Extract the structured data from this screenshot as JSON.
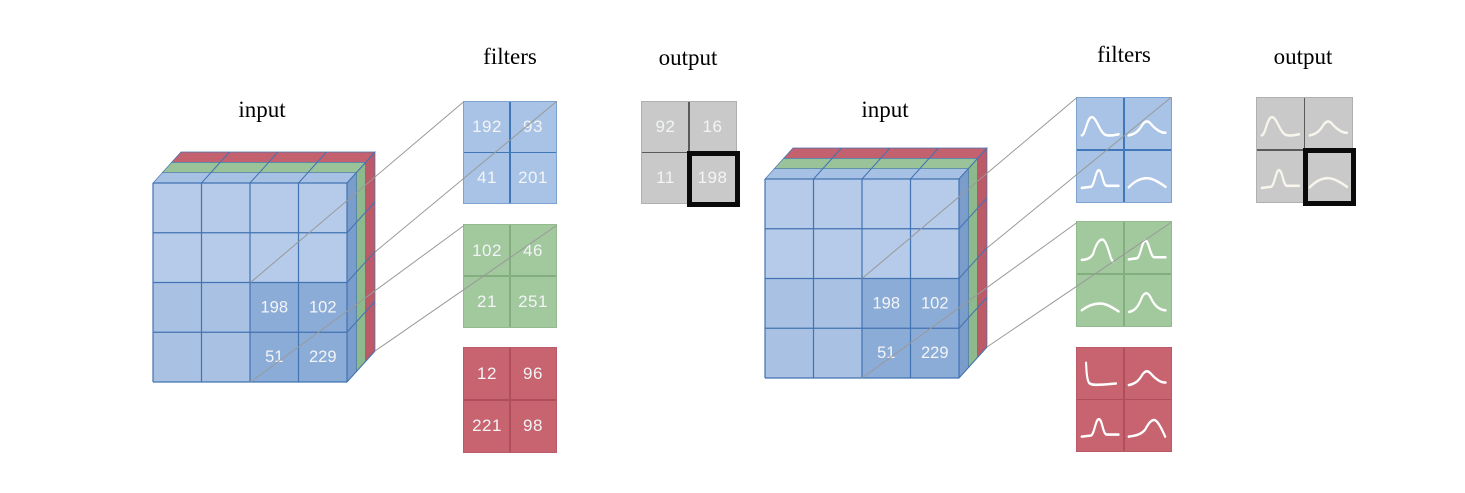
{
  "figure": {
    "description": "Convolution diagram: input volume, per-channel 2x2 filters, and output map. Left version shows scalar weights, right version shows weight distributions.",
    "highlighted_output_cell": "bottom-right"
  },
  "colors": {
    "input_face_blue": "#b5cbe9",
    "input_face_blue_lower": "#a9c1e3",
    "input_patch_blue": "#8cacd8",
    "cube_grid_blue": "#4273b2",
    "cube_top_blue": "#a7c1e4",
    "cube_top_green": "#9bc399",
    "cube_top_red": "#c4616e",
    "cube_side_blue": "#7b9dcb",
    "cube_side_green": "#8db98c",
    "cube_side_red": "#bd5a68",
    "filter_blue": "#a8c3e5",
    "filter_green": "#a2c89d",
    "filter_red": "#c86370",
    "output_gray": "#c9c9c9",
    "highlight_black": "#0a0a0a",
    "connection_line_gray": "#999999",
    "value_text": "#f2f4f6"
  },
  "left": {
    "input_label": "input",
    "filters_label": "filters",
    "output_label": "output",
    "input_patch": {
      "values": [
        [
          "198",
          "102"
        ],
        [
          "51",
          "229"
        ]
      ]
    },
    "filters": [
      {
        "name": "blue-channel-filter",
        "values": [
          [
            "192",
            "93"
          ],
          [
            "41",
            "201"
          ]
        ]
      },
      {
        "name": "green-channel-filter",
        "values": [
          [
            "102",
            "46"
          ],
          [
            "21",
            "251"
          ]
        ]
      },
      {
        "name": "red-channel-filter",
        "values": [
          [
            "12",
            "96"
          ],
          [
            "221",
            "98"
          ]
        ]
      }
    ],
    "output": {
      "values": [
        [
          "92",
          "16"
        ],
        [
          "11",
          "198"
        ]
      ],
      "highlighted_cell": "bottom-right"
    }
  },
  "right": {
    "input_label": "input",
    "filters_label": "filters",
    "output_label": "output",
    "input_patch": {
      "values": [
        [
          "198",
          "102"
        ],
        [
          "51",
          "229"
        ]
      ]
    },
    "filters": [
      {
        "name": "blue-channel-filter",
        "curves": [
          [
            "bell_left",
            "bell_soft"
          ],
          [
            "peak_narrow",
            "bump_wide"
          ]
        ]
      },
      {
        "name": "green-channel-filter",
        "curves": [
          [
            "bell_steep",
            "peak_tall"
          ],
          [
            "bump_low",
            "bell_center"
          ]
        ]
      },
      {
        "name": "red-channel-filter",
        "curves": [
          [
            "spike_left",
            "bell_soft"
          ],
          [
            "peak_narrow",
            "bell_right"
          ]
        ]
      }
    ],
    "output": {
      "curves": [
        [
          "bell_left",
          "bell_soft"
        ],
        [
          "peak_narrow",
          "bump_wide"
        ]
      ],
      "highlighted_cell": "bottom-right"
    }
  }
}
